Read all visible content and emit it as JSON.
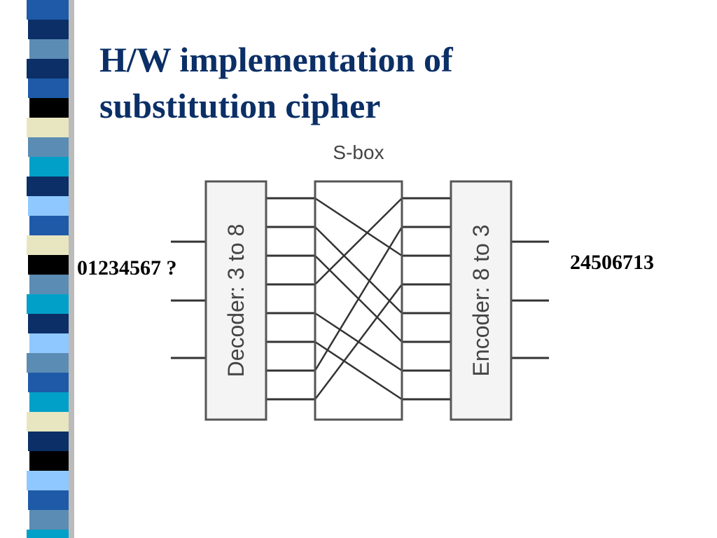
{
  "slide": {
    "title_line1": "H/W implementation of",
    "title_line2": "substitution cipher"
  },
  "diagram": {
    "sbox_label": "S-box",
    "decoder_label": "Decoder: 3 to 8",
    "encoder_label": "Encoder: 8 to 3",
    "input_text": "01234567 ?",
    "output_text": "24506713",
    "permutation": [
      2,
      4,
      5,
      0,
      6,
      7,
      1,
      3
    ],
    "line_color": "#333333",
    "box_fill": "#f4f4f4",
    "box_stroke": "#555555"
  },
  "stripe": {
    "colors": [
      "#1e5aa8",
      "#0b2f66",
      "#5b8cb3",
      "#00a0c8",
      "#8fc8ff",
      "#e8e6c0",
      "#000000",
      "#3b9ad6"
    ]
  }
}
